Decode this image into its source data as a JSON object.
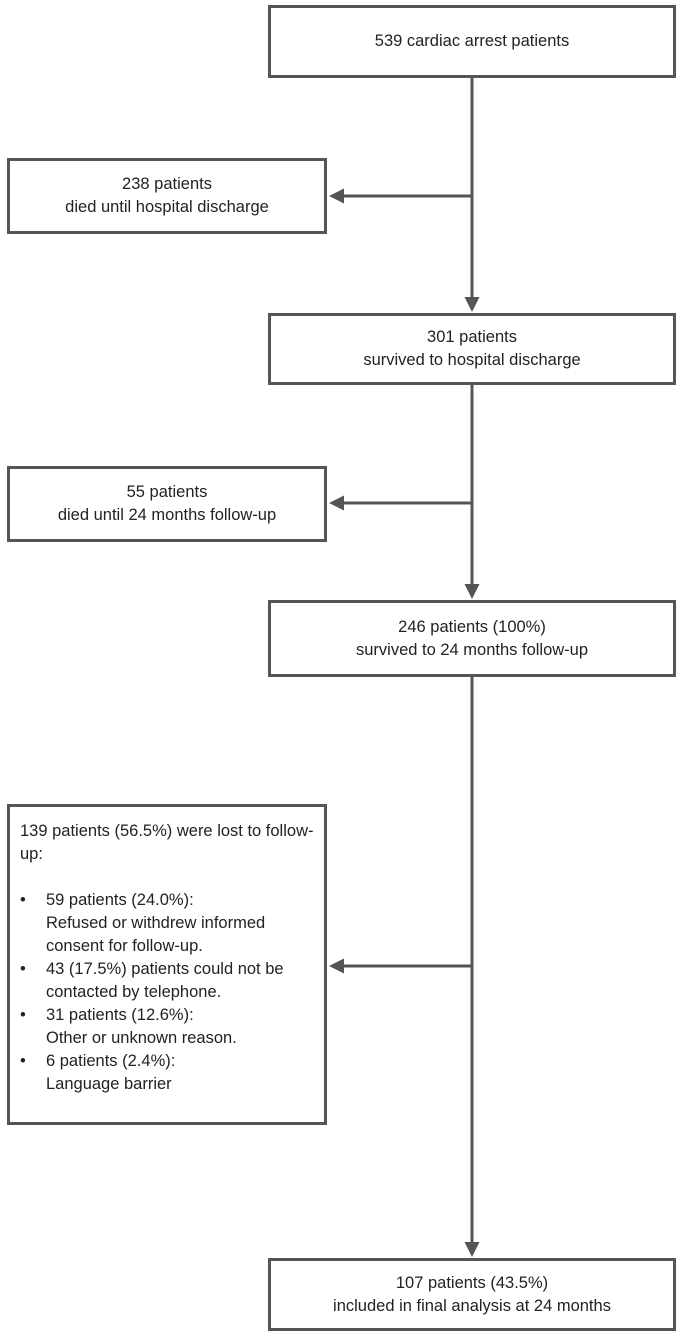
{
  "flowchart": {
    "start": {
      "line1": "539 cardiac arrest patients"
    },
    "died_hospital": {
      "line1": "238 patients",
      "line2": "died until hospital discharge"
    },
    "survived_discharge": {
      "line1": "301 patients",
      "line2": "survived to hospital discharge"
    },
    "died_followup": {
      "line1": "55 patients",
      "line2": "died until 24 months follow-up"
    },
    "survived_followup": {
      "line1": "246 patients (100%)",
      "line2": "survived to 24 months follow-up"
    },
    "lost_followup": {
      "intro": "139 patients (56.5%) were lost to follow-up:",
      "reasons": [
        {
          "title": "59 patients (24.0%):",
          "detail": "Refused or withdrew informed consent for follow-up."
        },
        {
          "title": "43 (17.5%) patients could not be contacted by telephone.",
          "detail": ""
        },
        {
          "title": "31 patients (12.6%):",
          "detail": "Other or unknown reason."
        },
        {
          "title": "6 patients (2.4%):",
          "detail": "Language barrier"
        }
      ]
    },
    "final": {
      "line1": "107 patients (43.5%)",
      "line2": "included in final analysis at 24 months"
    }
  }
}
